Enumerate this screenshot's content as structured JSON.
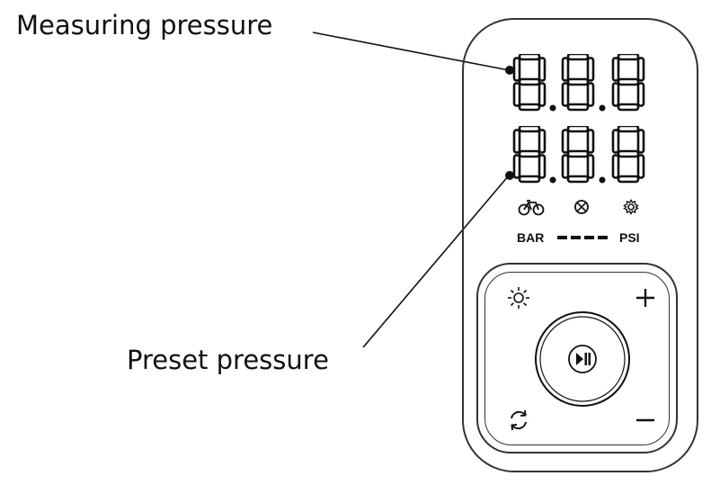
{
  "labels": {
    "measuring": "Measuring pressure",
    "preset": "Preset pressure"
  },
  "display": {
    "measuring_value": "8.8.8",
    "preset_value": "8.8.8",
    "mode_icons": [
      "bicycle-icon",
      "ball-icon",
      "gear-icon"
    ]
  },
  "units": {
    "left": "BAR",
    "right": "PSI"
  },
  "buttons": {
    "light": "sun-icon",
    "plus": "+",
    "minus": "−",
    "reset": "refresh-icon",
    "start": "play-pause-icon"
  },
  "colors": {
    "line": "#111111",
    "segment": "#111111",
    "background": "#ffffff"
  }
}
